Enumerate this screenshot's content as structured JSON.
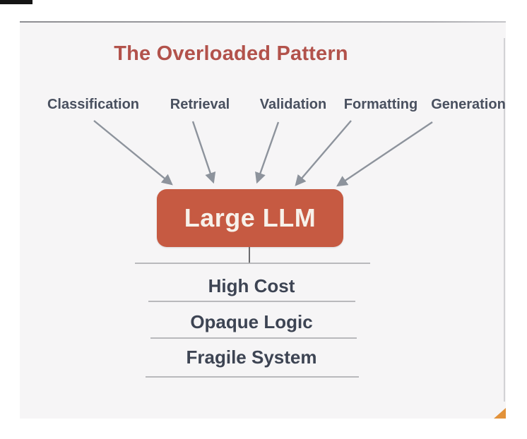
{
  "diagram": {
    "title": "The Overloaded Pattern",
    "tasks": [
      "Classification",
      "Retrieval",
      "Validation",
      "Formatting",
      "Generation"
    ],
    "hub_label": "Large LLM",
    "consequences": [
      "High Cost",
      "Opaque Logic",
      "Fragile System"
    ],
    "colors": {
      "title": "#b2524b",
      "label": "#49505f",
      "arrow": "#8d939c",
      "box_bg": "#c65a42",
      "box_text": "#f7f1ea",
      "list_text": "#3d4453",
      "divider": "#aeaeb2",
      "slide_bg": "#f6f5f6",
      "accent_triangle": "#e2923a"
    }
  }
}
